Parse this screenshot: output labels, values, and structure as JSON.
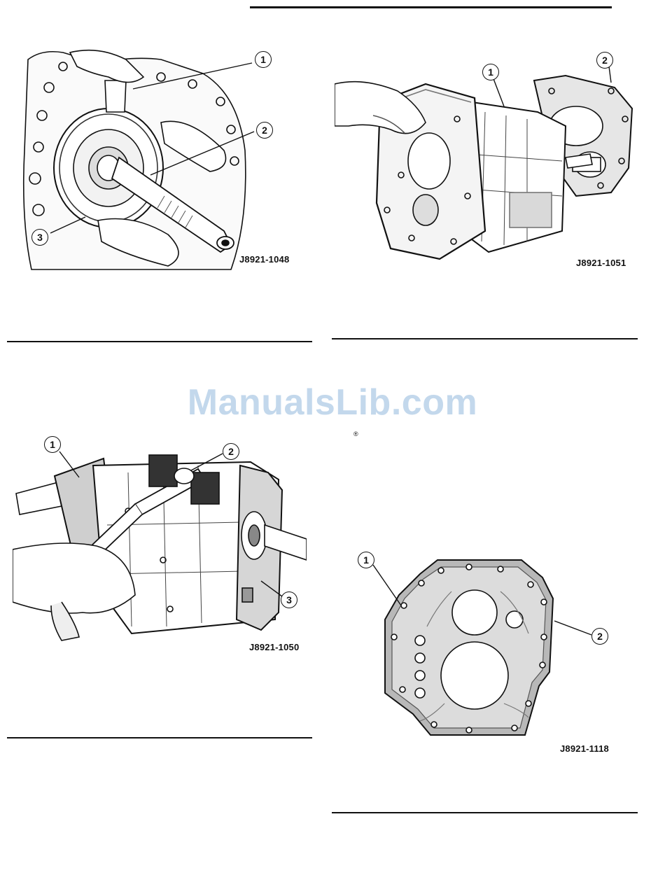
{
  "watermark": "ManualsLib.com",
  "registered_mark": "®",
  "figures": [
    {
      "id": "J8921-1048",
      "callouts": [
        "1",
        "2",
        "3"
      ]
    },
    {
      "id": "J8921-1051",
      "callouts": [
        "1",
        "2"
      ]
    },
    {
      "id": "J8921-1050",
      "callouts": [
        "1",
        "2",
        "3"
      ]
    },
    {
      "id": "J8921-1118",
      "callouts": [
        "1",
        "2"
      ]
    }
  ]
}
